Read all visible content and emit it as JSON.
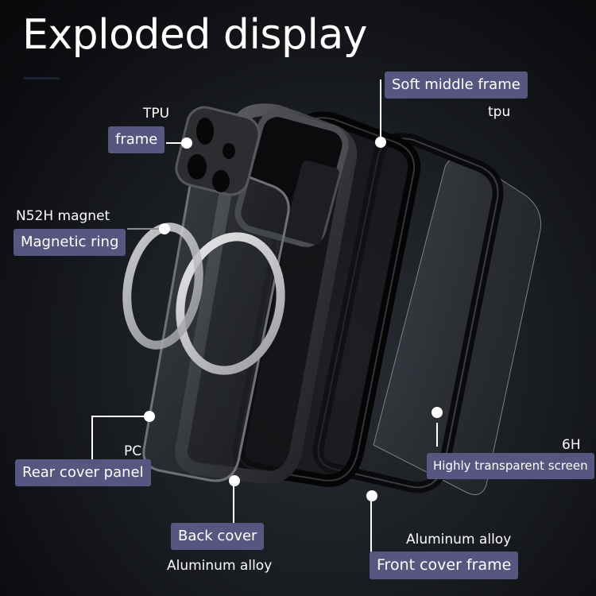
{
  "title": "Exploded display",
  "colors": {
    "background": "#0d0e11",
    "label_fill": "#565681",
    "text": "#ffffff"
  },
  "labels": {
    "tpu_frame": {
      "caption": "TPU",
      "badge": "frame"
    },
    "soft_middle_frame": {
      "badge": "Soft middle frame",
      "caption": "tpu"
    },
    "magnetic_ring": {
      "caption": "N52H magnet",
      "badge": "Magnetic ring"
    },
    "rear_cover_panel": {
      "caption": "PC",
      "badge": "Rear cover panel"
    },
    "back_cover": {
      "badge": "Back cover",
      "caption": "Aluminum alloy"
    },
    "front_cover_frame": {
      "caption": "Aluminum alloy",
      "badge": "Front cover frame"
    },
    "screen": {
      "caption": "6H",
      "badge": "Highly transparent screen"
    }
  },
  "components": [
    "camera-lens-frame",
    "magnetic-ring",
    "rear-cover-panel",
    "back-cover",
    "soft-middle-frame",
    "front-cover-frame",
    "screen-protector"
  ]
}
